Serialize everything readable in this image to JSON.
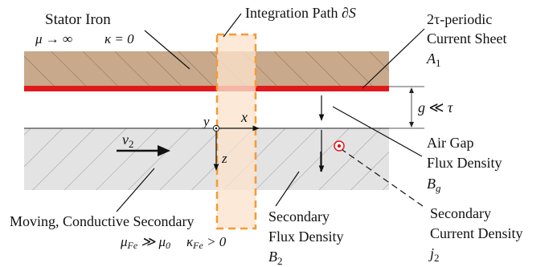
{
  "labels": {
    "stator_title": "Stator Iron",
    "stator_mu": "μ → ∞",
    "stator_kappa": "κ = 0",
    "path_text": "Integration Path ",
    "path_sym": "∂S",
    "sheet_line1": "2τ-periodic",
    "sheet_line2": "Current Sheet",
    "sheet_sym": "A",
    "sheet_sub": "1",
    "gap_g": "g",
    "gap_rel": " ≪ ",
    "gap_tau": "τ",
    "airgap_line1": "Air Gap",
    "airgap_line2": "Flux Density",
    "airgap_sym": "B",
    "airgap_sub": "g",
    "secondary_title": "Moving, Conductive Secondary",
    "mu_sym": "μ",
    "fe_sub": "Fe",
    "mu_rel": " ≫ ",
    "mu0_sub": "0",
    "kappa_sym": "κ",
    "kappa_rel": " > 0",
    "secflux_line1": "Secondary",
    "secflux_line2": "Flux Density",
    "secflux_sym": "B",
    "secflux_sub": "2",
    "seccur_line1": "Secondary",
    "seccur_line2": "Current Density",
    "seccur_sym": "j",
    "seccur_sub": "2",
    "velocity_sym": "v",
    "velocity_sub": "2",
    "axis_x": "x",
    "axis_y": "y",
    "axis_z": "z"
  },
  "colors": {
    "current_sheet": "#e0191c",
    "stator_fill": "#c8a98b",
    "secondary_fill": "#e3e3e3",
    "integration_path": "#f49a36",
    "path_fill": "#fbe3cc"
  }
}
